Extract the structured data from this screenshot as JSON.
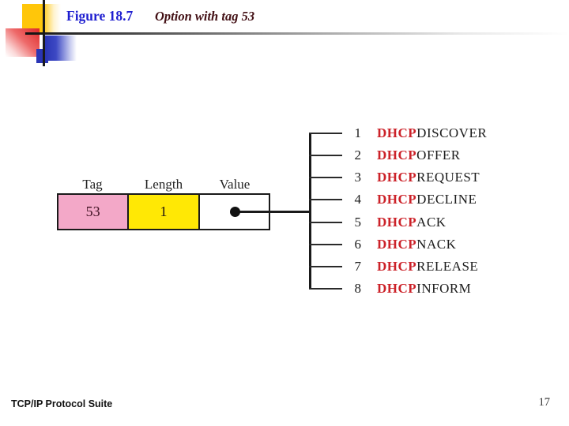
{
  "header": {
    "figure_label": "Figure 18.7",
    "figure_title": "Option with tag 53"
  },
  "diagram": {
    "column_headers": [
      "Tag",
      "Length",
      "Value"
    ],
    "tag_value": "53",
    "length_value": "1",
    "messages": [
      {
        "num": "1",
        "prefix": "DHCP",
        "rest": "DISCOVER"
      },
      {
        "num": "2",
        "prefix": "DHCP",
        "rest": "OFFER"
      },
      {
        "num": "3",
        "prefix": "DHCP",
        "rest": "REQUEST"
      },
      {
        "num": "4",
        "prefix": "DHCP",
        "rest": "DECLINE"
      },
      {
        "num": "5",
        "prefix": "DHCP",
        "rest": "ACK"
      },
      {
        "num": "6",
        "prefix": "DHCP",
        "rest": "NACK"
      },
      {
        "num": "7",
        "prefix": "DHCP",
        "rest": "RELEASE"
      },
      {
        "num": "8",
        "prefix": "DHCP",
        "rest": "INFORM"
      }
    ],
    "colors": {
      "tag_cell": "#f3a8c8",
      "length_cell": "#ffe805",
      "dhcp_red": "#cc2229",
      "title_blue": "#1f1fd0",
      "subtitle_maroon": "#431015"
    }
  },
  "footer": {
    "text": "TCP/IP Protocol Suite",
    "page_number": "17"
  }
}
